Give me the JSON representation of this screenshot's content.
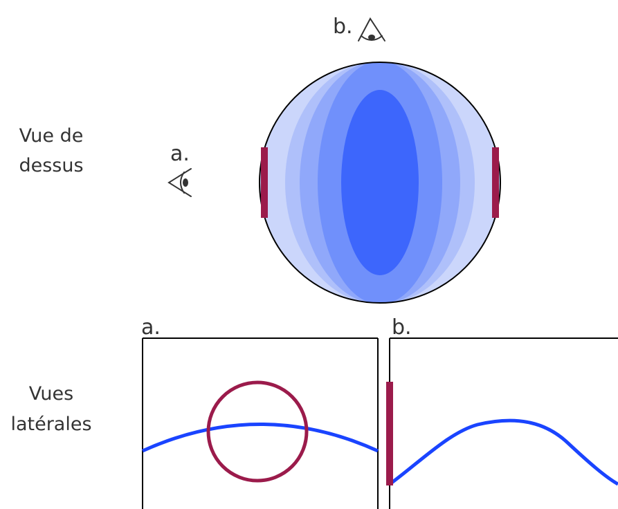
{
  "row_labels": {
    "top": [
      "Vue de",
      "dessus"
    ],
    "bottom": [
      "Vues",
      "latérales"
    ]
  },
  "viewpoints": {
    "a": "a.",
    "b": "b."
  },
  "panels": {
    "a": "a.",
    "b": "b."
  },
  "colors": {
    "outline": "#000000",
    "plate": "#9b1b4b",
    "blue_curve": "#1a44ff",
    "layers": [
      "#cbd6fb",
      "#afc0fa",
      "#90a8fa",
      "#7090fb",
      "#4f76fc",
      "#3d66fc"
    ],
    "text": "#333333"
  },
  "icons": [
    "eye-icon",
    "eye-icon"
  ]
}
